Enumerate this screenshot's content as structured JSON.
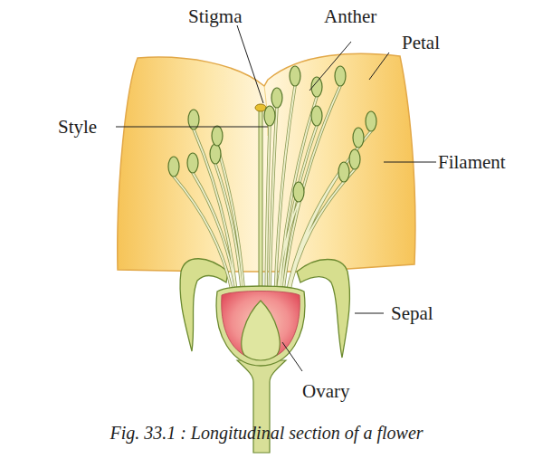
{
  "diagram": {
    "caption": "Fig. 33.1 : Longitudinal section of a flower",
    "labels": [
      "Stigma",
      "Anther",
      "Petal",
      "Style",
      "Filament",
      "Sepal",
      "Ovary"
    ]
  }
}
